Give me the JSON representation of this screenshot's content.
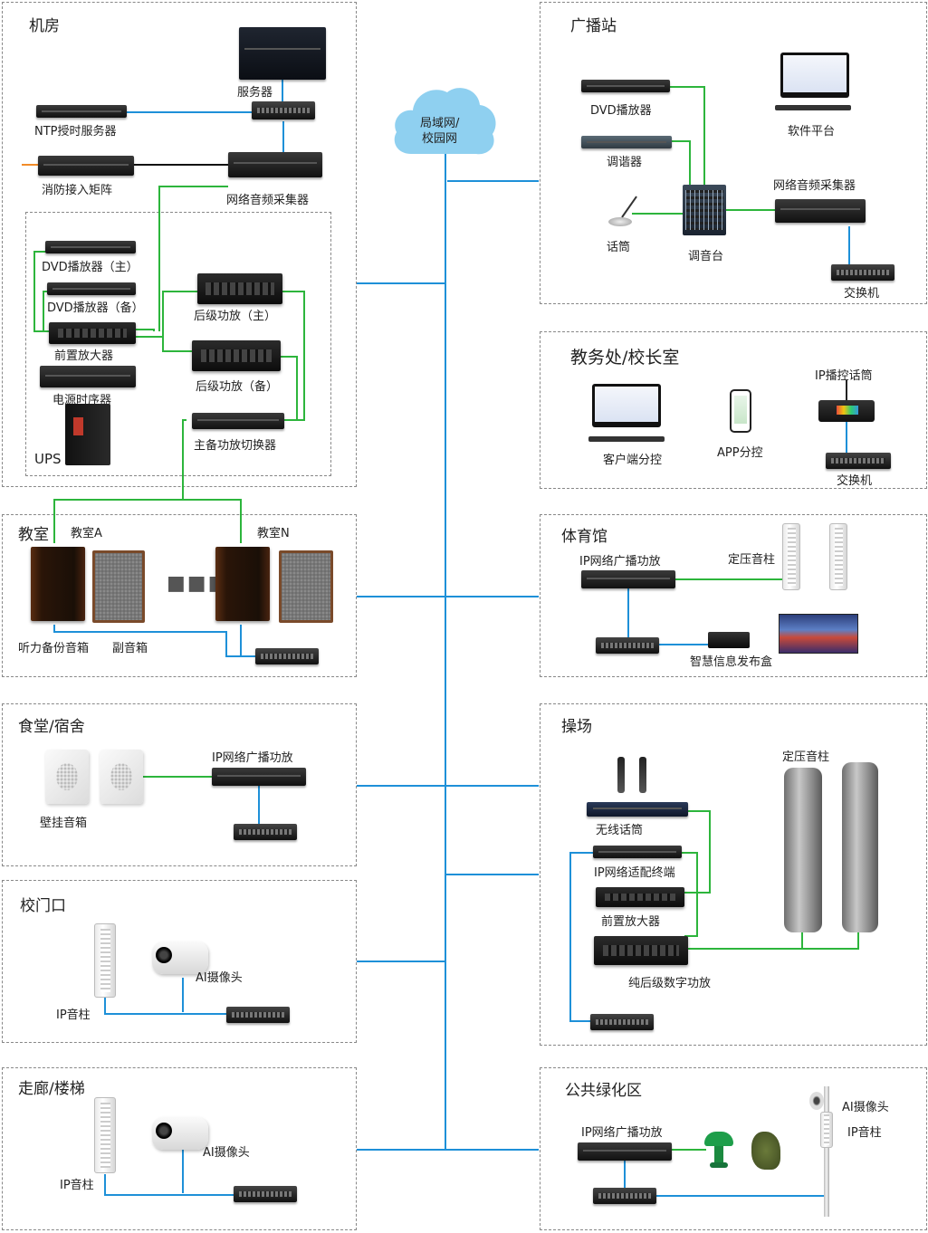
{
  "colors": {
    "blue": "#1e90d8",
    "green": "#2db53c",
    "cloud": "#8fd0f0",
    "orange": "#f28c28"
  },
  "cloud_label": [
    "局域网/",
    "校园网"
  ],
  "jifang": {
    "title": "机房",
    "server": "服务器",
    "ntp": "NTP授时服务器",
    "fire": "消防接入矩阵",
    "collector": "网络音频采集器",
    "dvd_main": "DVD播放器（主）",
    "dvd_backup": "DVD播放器（备）",
    "preamp": "前置放大器",
    "power_seq": "电源时序器",
    "ups": "UPS",
    "amp_main": "后级功放（主）",
    "amp_backup": "后级功放（备）",
    "switcher": "主备功放切换器"
  },
  "broadcast": {
    "title": "广播站",
    "dvd": "DVD播放器",
    "tuner": "调谐器",
    "software": "软件平台",
    "mic": "话筒",
    "mixer": "调音台",
    "collector": "网络音频采集器",
    "switch": "交换机"
  },
  "office": {
    "title": "教务处/校长室",
    "client": "客户端分控",
    "app": "APP分控",
    "ipmic": "IP播控话筒",
    "switch": "交换机"
  },
  "classroom": {
    "title": "教室",
    "room_a": "教室A",
    "room_n": "教室N",
    "spk_backup": "听力备份音箱",
    "spk_sub": "副音箱"
  },
  "gym": {
    "title": "体育馆",
    "amp": "IP网络广播功放",
    "column": "定压音柱",
    "infobox": "智慧信息发布盒"
  },
  "canteen": {
    "title": "食堂/宿舍",
    "amp": "IP网络广播功放",
    "wall_spk": "壁挂音箱"
  },
  "playground": {
    "title": "操场",
    "column": "定压音柱",
    "wireless_mic": "无线话筒",
    "terminal": "IP网络适配终端",
    "preamp": "前置放大器",
    "poweramp": "纯后级数字功放"
  },
  "gate": {
    "title": "校门口",
    "camera": "AI摄像头",
    "column": "IP音柱"
  },
  "corridor": {
    "title": "走廊/楼梯",
    "camera": "AI摄像头",
    "column": "IP音柱"
  },
  "greenzone": {
    "title": "公共绿化区",
    "amp": "IP网络广播功放",
    "camera": "AI摄像头",
    "column": "IP音柱"
  }
}
